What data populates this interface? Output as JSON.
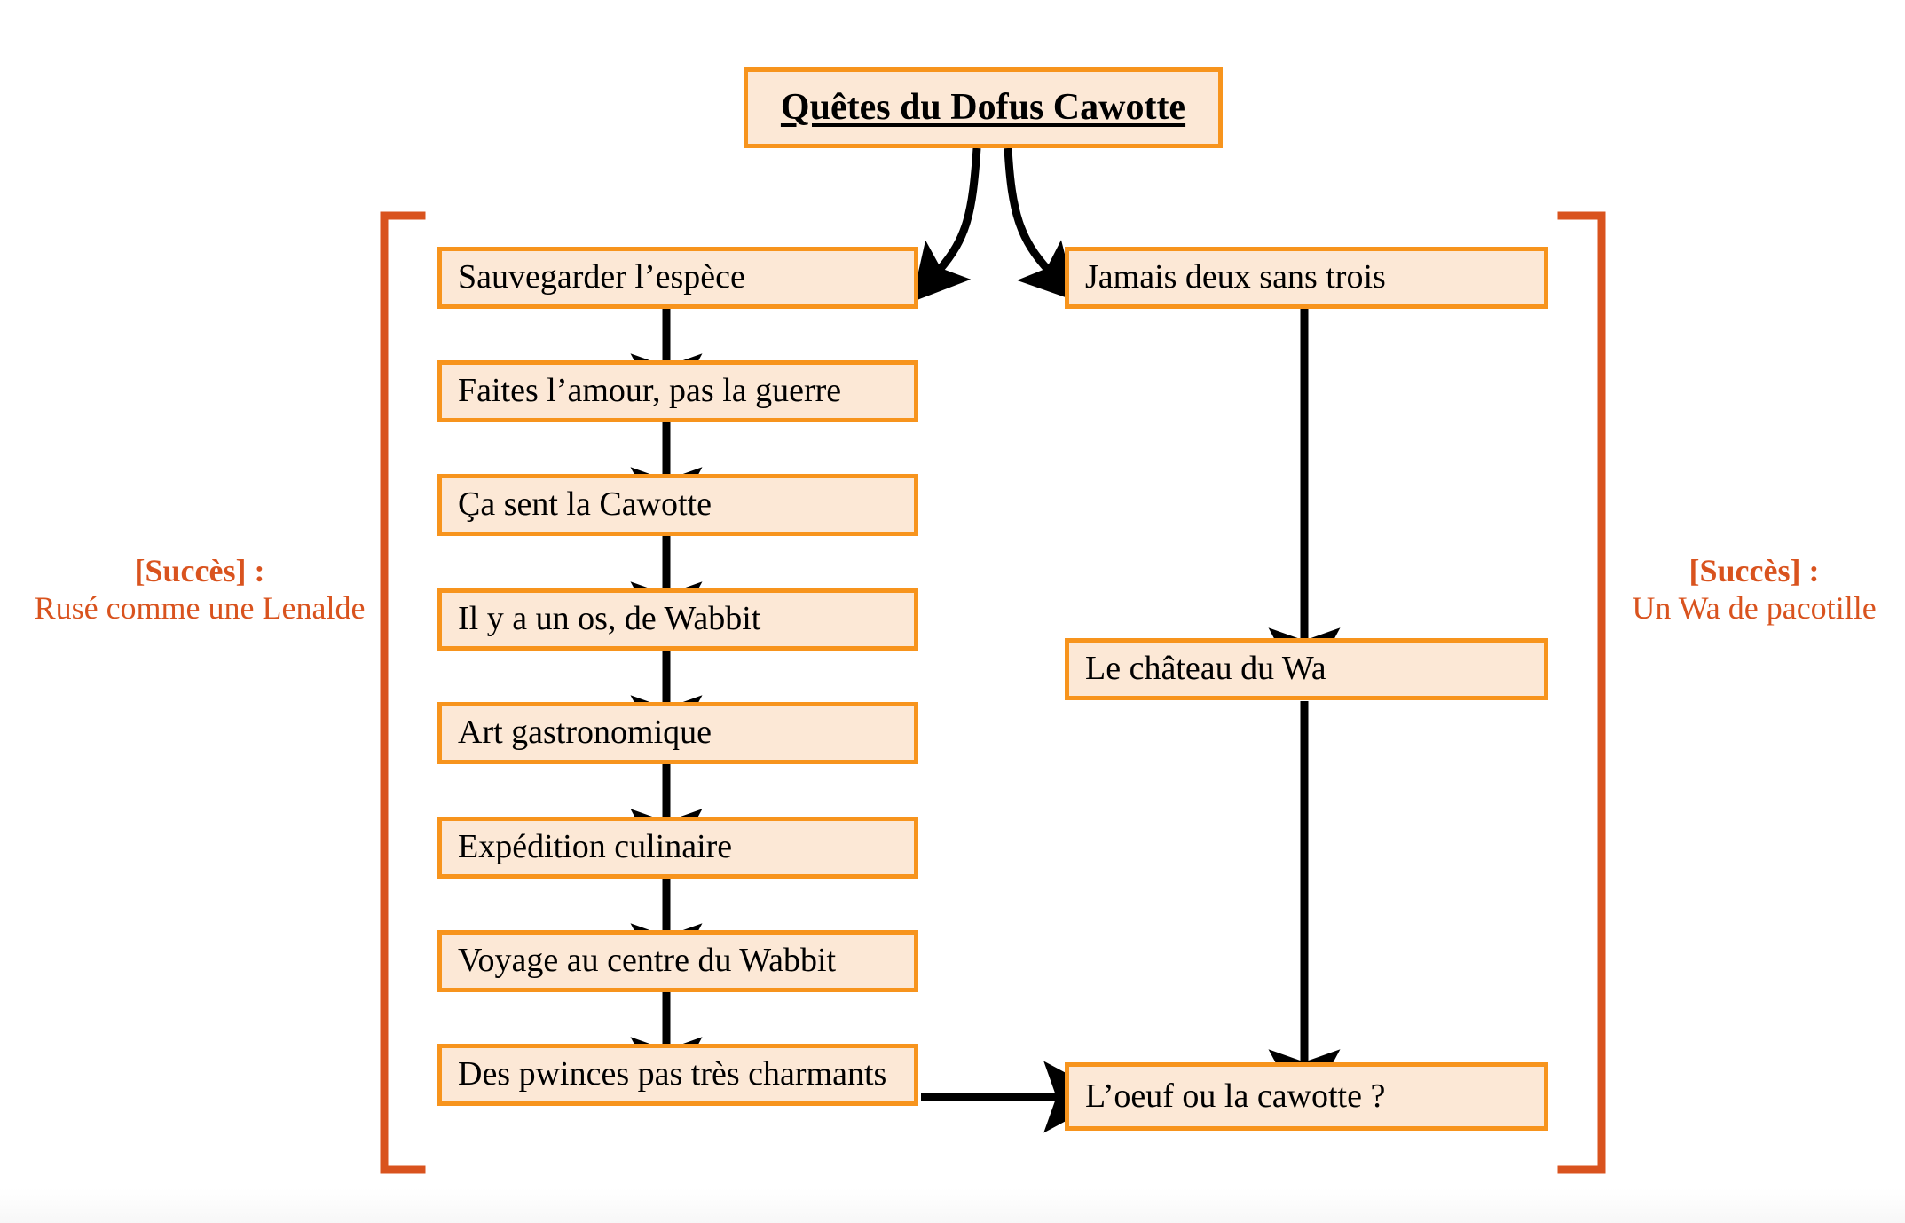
{
  "diagram": {
    "title": "Quêtes du Dofus Cawotte",
    "left_branch": {
      "achievement_header": "[Succès] :",
      "achievement_name": "Rusé comme une Lenalde",
      "steps": [
        "Sauvegarder l’espèce",
        "Faites l’amour, pas la guerre",
        "Ça sent la Cawotte",
        "Il y a un os, de Wabbit",
        "Art gastronomique",
        "Expédition culinaire",
        "Voyage au centre du Wabbit",
        "Des pwinces pas très charmants"
      ]
    },
    "right_branch": {
      "achievement_header": "[Succès] :",
      "achievement_name": "Un Wa de pacotille",
      "steps": [
        "Jamais deux sans trois",
        "Le château du Wa",
        "L’oeuf ou la cawotte ?"
      ]
    },
    "colors": {
      "box_fill": "#fce8d6",
      "box_border": "#f7941d",
      "bracket": "#d9531e",
      "accent_text": "#d9531e",
      "arrow": "#000000",
      "text": "#000000",
      "background": "#ffffff"
    },
    "connectors": {
      "title_to_left_label": "curved-arrow-down-left",
      "title_to_right_label": "curved-arrow-down-right",
      "left_chain_label": "vertical-arrow-chain",
      "right_chain_label": "vertical-arrow-chain",
      "cross_branch_label": "horizontal-arrow-right"
    }
  }
}
